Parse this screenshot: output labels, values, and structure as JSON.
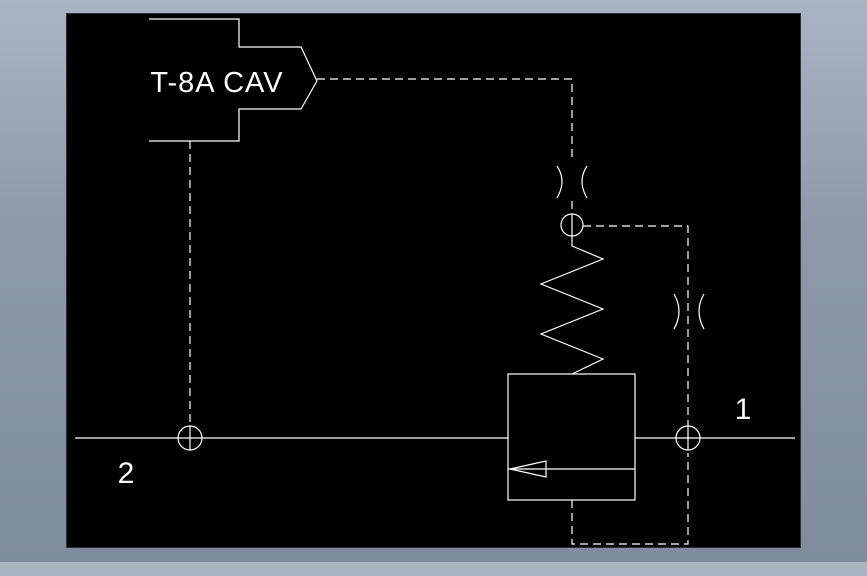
{
  "cartridge_label": "T-8A CAV",
  "port_labels": {
    "port_1": "1",
    "port_2": "2"
  },
  "colors": {
    "background": "#000000",
    "line": "#ffffff",
    "frame": "#8e9aab"
  }
}
